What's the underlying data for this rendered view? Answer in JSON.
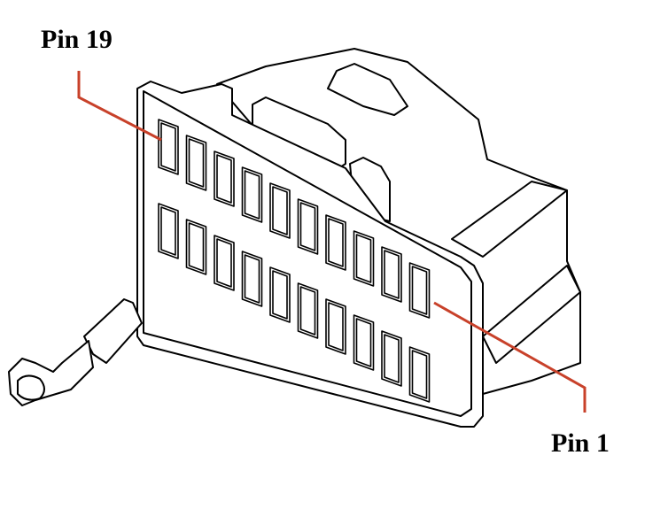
{
  "labels": {
    "pin_top": "Pin 19",
    "pin_bottom": "Pin 1"
  },
  "colors": {
    "leader": "#c8412a",
    "line": "#000000"
  },
  "connector": {
    "rows": 2,
    "columns": 10
  }
}
